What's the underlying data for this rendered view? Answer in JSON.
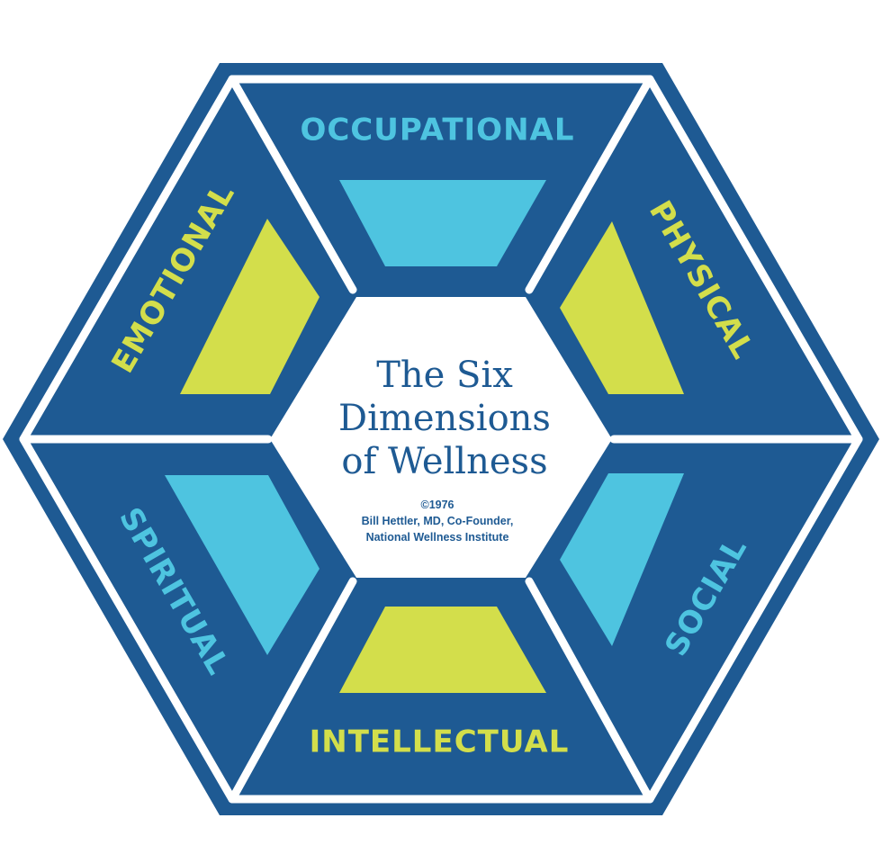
{
  "title": {
    "line1": "The Six",
    "line2": "Dimensions",
    "line3": "of Wellness"
  },
  "credit": {
    "line1": "©1976",
    "line2": "Bill Hettler, MD, Co-Founder,",
    "line3": "National Wellness Institute"
  },
  "dimensions": {
    "occupational": "OCCUPATIONAL",
    "physical": "PHYSICAL",
    "social": "SOCIAL",
    "intellectual": "INTELLECTUAL",
    "spiritual": "SPIRITUAL",
    "emotional": "EMOTIONAL"
  },
  "colors": {
    "navy": "#1e5a93",
    "cyan": "#4ec4e0",
    "lime": "#d3de4b",
    "white": "#ffffff"
  }
}
